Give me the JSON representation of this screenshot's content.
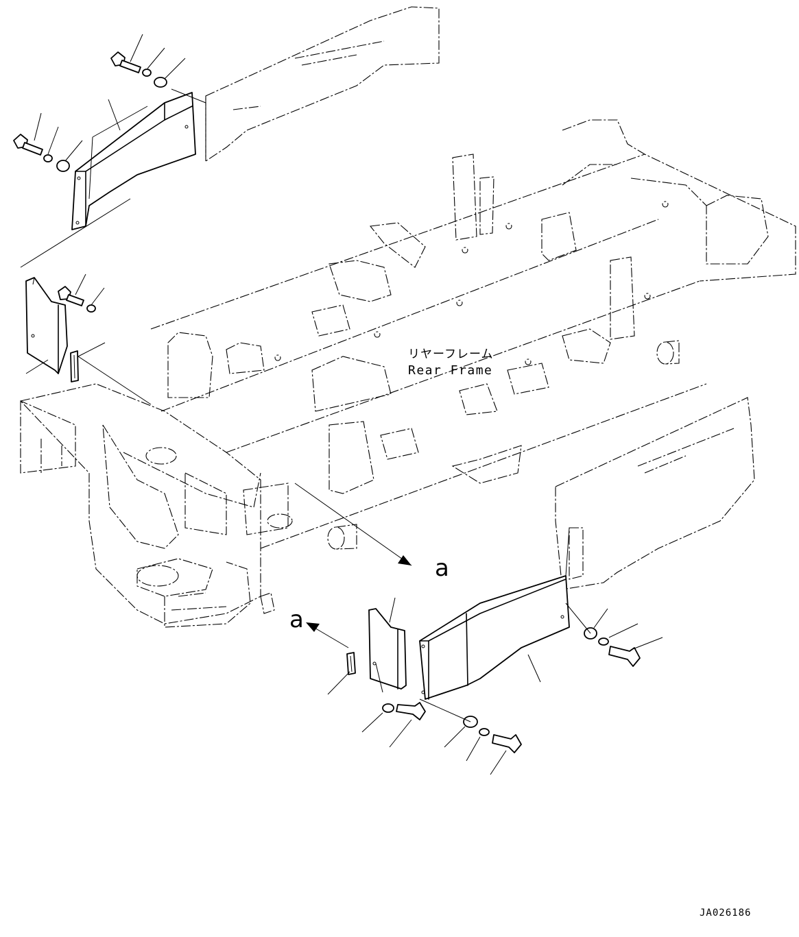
{
  "labels": {
    "rear_frame_jp": "リヤーフレーム",
    "rear_frame_en": "Rear Frame",
    "callout_a_lower": "a",
    "callout_a_left": "a",
    "drawing_code": "JA026186"
  },
  "colors": {
    "ink": "#000000",
    "paper": "#ffffff"
  }
}
